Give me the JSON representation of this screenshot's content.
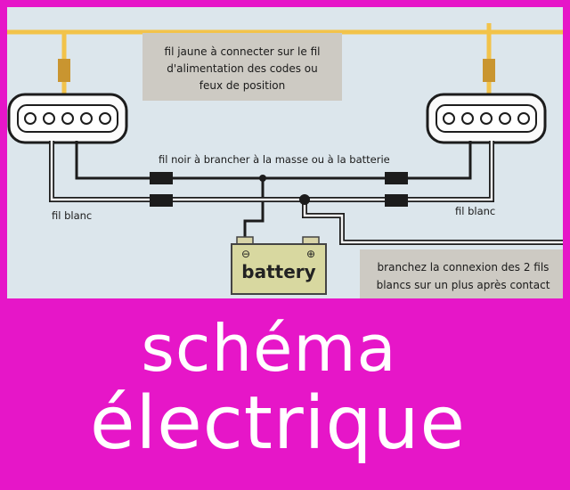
{
  "notes": {
    "yellow_wire": [
      "fil jaune à connecter sur le fil",
      "d'alimentation des codes ou",
      "feux de position"
    ],
    "white_wires": [
      "branchez la connexion des 2 fils",
      "blancs sur un plus après contact"
    ]
  },
  "labels": {
    "black_wire": "fil noir à brancher à la masse ou à la batterie",
    "white_wire_left": "fil blanc",
    "white_wire_right": "fil blanc"
  },
  "battery": {
    "label": "battery",
    "minus": "⊖",
    "plus": "⊕"
  },
  "title": {
    "line1": "schéma",
    "line2": "électrique"
  },
  "colors": {
    "background": "#e616c8",
    "panel": "#dce6ec",
    "yellow_wire": "#f2c34a",
    "black_wire": "#1c1c1c",
    "note_box": "#cdcac3"
  }
}
